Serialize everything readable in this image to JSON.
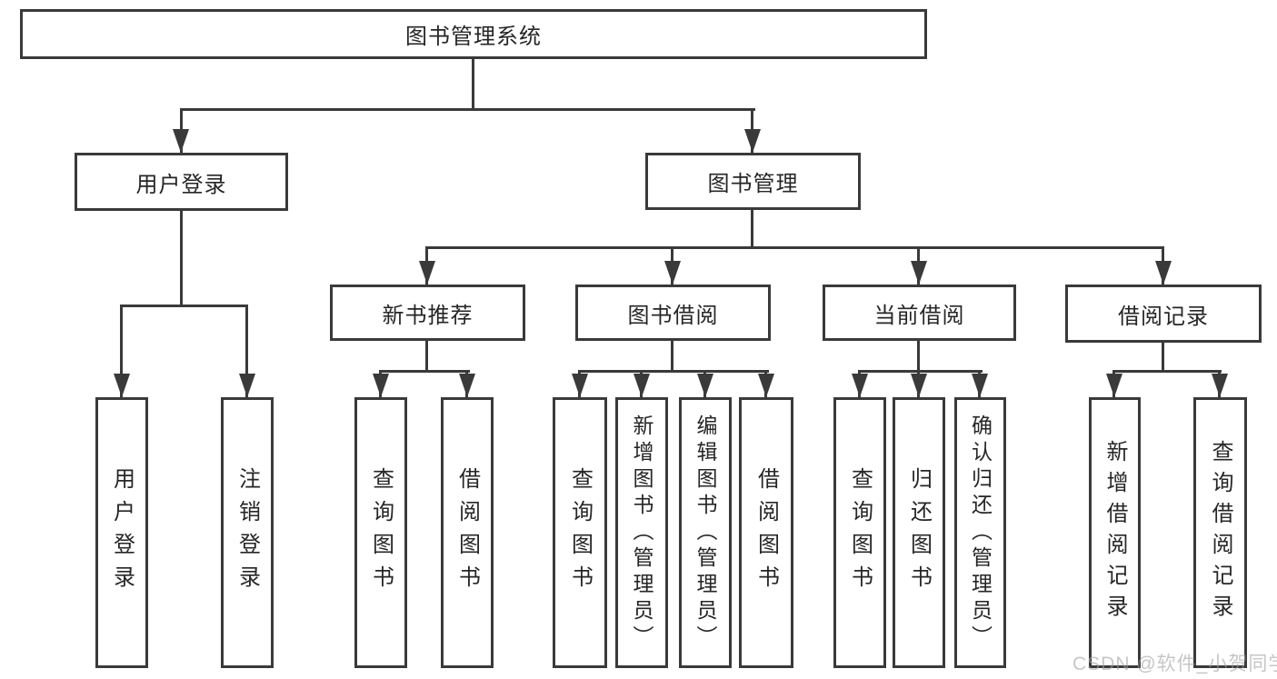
{
  "tree": {
    "label": "图书管理系统",
    "children": [
      {
        "label": "用户登录",
        "children": [
          {
            "label": "用户登录"
          },
          {
            "label": "注销登录"
          }
        ]
      },
      {
        "label": "图书管理",
        "children": [
          {
            "label": "新书推荐",
            "children": [
              {
                "label": "查询图书"
              },
              {
                "label": "借阅图书"
              }
            ]
          },
          {
            "label": "图书借阅",
            "children": [
              {
                "label": "查询图书"
              },
              {
                "label": "新增图书（管理员）"
              },
              {
                "label": "编辑图书（管理员）"
              },
              {
                "label": "借阅图书"
              }
            ]
          },
          {
            "label": "当前借阅",
            "children": [
              {
                "label": "查询图书"
              },
              {
                "label": "归还图书"
              },
              {
                "label": "确认归还（管理员）"
              }
            ]
          },
          {
            "label": "借阅记录",
            "children": [
              {
                "label": "新增借阅记录"
              },
              {
                "label": "查询借阅记录"
              }
            ]
          }
        ]
      }
    ]
  },
  "watermark": {
    "text": "CSDN @软件_小贺同学"
  },
  "colors": {
    "line": "#3a3a3a",
    "text": "#262626",
    "background": "#ffffff",
    "watermark": "#a0a0a0"
  }
}
